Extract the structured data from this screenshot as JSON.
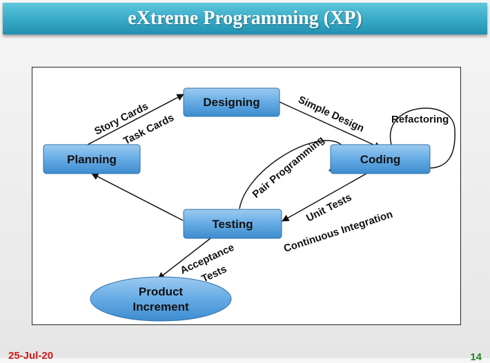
{
  "slide": {
    "title": "eXtreme Programming (XP)",
    "date": "25-Jul-20",
    "page_number": "14"
  },
  "diagram": {
    "nodes": {
      "designing": "Designing",
      "planning": "Planning",
      "coding": "Coding",
      "testing": "Testing",
      "product_increment_line1": "Product",
      "product_increment_line2": "Increment"
    },
    "edges": {
      "story_cards": "Story Cards",
      "task_cards": "Task Cards",
      "simple_design": "Simple Design",
      "refactoring": "Refactoring",
      "pair_programming": "Pair Programming",
      "unit_tests": "Unit Tests",
      "continuous_integration": "Continuous Integration",
      "acceptance": "Acceptance",
      "tests": "Tests"
    }
  },
  "colors": {
    "node_fill_top": "#8ec3ec",
    "node_fill_bottom": "#3f8fd2",
    "node_stroke": "#2f6fa8"
  }
}
